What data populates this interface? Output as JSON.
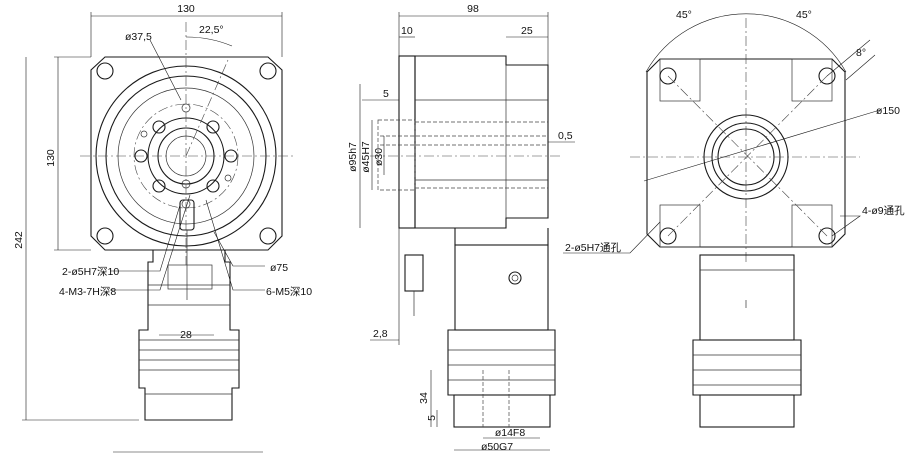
{
  "drawing": {
    "front_view": {
      "width_dim": "130",
      "angle_dim": "22,5°",
      "bolt_circle_dim": "ø37,5",
      "height_dim": "130",
      "overall_height_dim": "242",
      "flange_dim": "ø75",
      "callouts": [
        "2-ø5H7深10",
        "4-M3-7H深8",
        "6-M5深10"
      ],
      "shaft_dim": "28"
    },
    "side_view": {
      "length_dim": "98",
      "flange_thk_dim": "10",
      "hub_len_dim": "25",
      "step_dim": "5",
      "gap_dim": "0,5",
      "pilot_dia_dim": "ø95h7",
      "bore_dia_dim": "ø45H7",
      "inner_dia_dim": "ø30",
      "tab_dim": "2,8",
      "motor_len_dim": "34",
      "motor_step_dim": "5",
      "shaft_dia_dim": "ø14F8",
      "spigot_dia_dim": "ø50G7"
    },
    "rear_view": {
      "angle_left": "45°",
      "angle_right": "45°",
      "angle_small": "8°",
      "pcd_dim": "ø150",
      "through_holes": "4-ø9通孔",
      "pin_holes": "2-ø5H7通孔"
    }
  }
}
